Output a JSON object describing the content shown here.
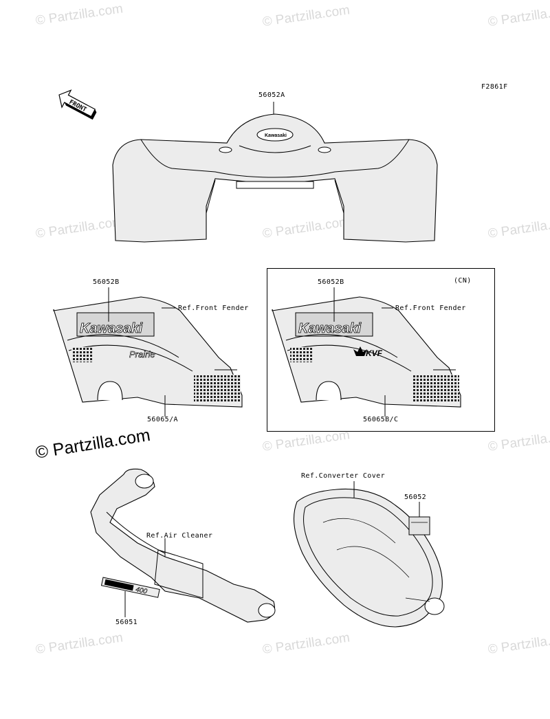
{
  "watermark": "© Partzilla.com",
  "figure_code": "F2861F",
  "front_arrow": "FRONT",
  "labels": {
    "top_decal": "56052A",
    "left_decal": "56052B",
    "left_ref": "Ref.Front Fender",
    "left_bottom": "56065/A",
    "cn_tag": "(CN)",
    "right_decal": "56052B",
    "right_ref": "Ref.Front Fender",
    "right_bottom": "56065B/C",
    "air_cleaner_ref": "Ref.Air Cleaner",
    "air_cleaner_decal": "56051",
    "converter_ref": "Ref.Converter Cover",
    "converter_decal": "56052"
  },
  "decal_text": {
    "brand": "Kawasaki",
    "left_model": "Prairie",
    "right_model": "KVF",
    "displacement": "400"
  }
}
